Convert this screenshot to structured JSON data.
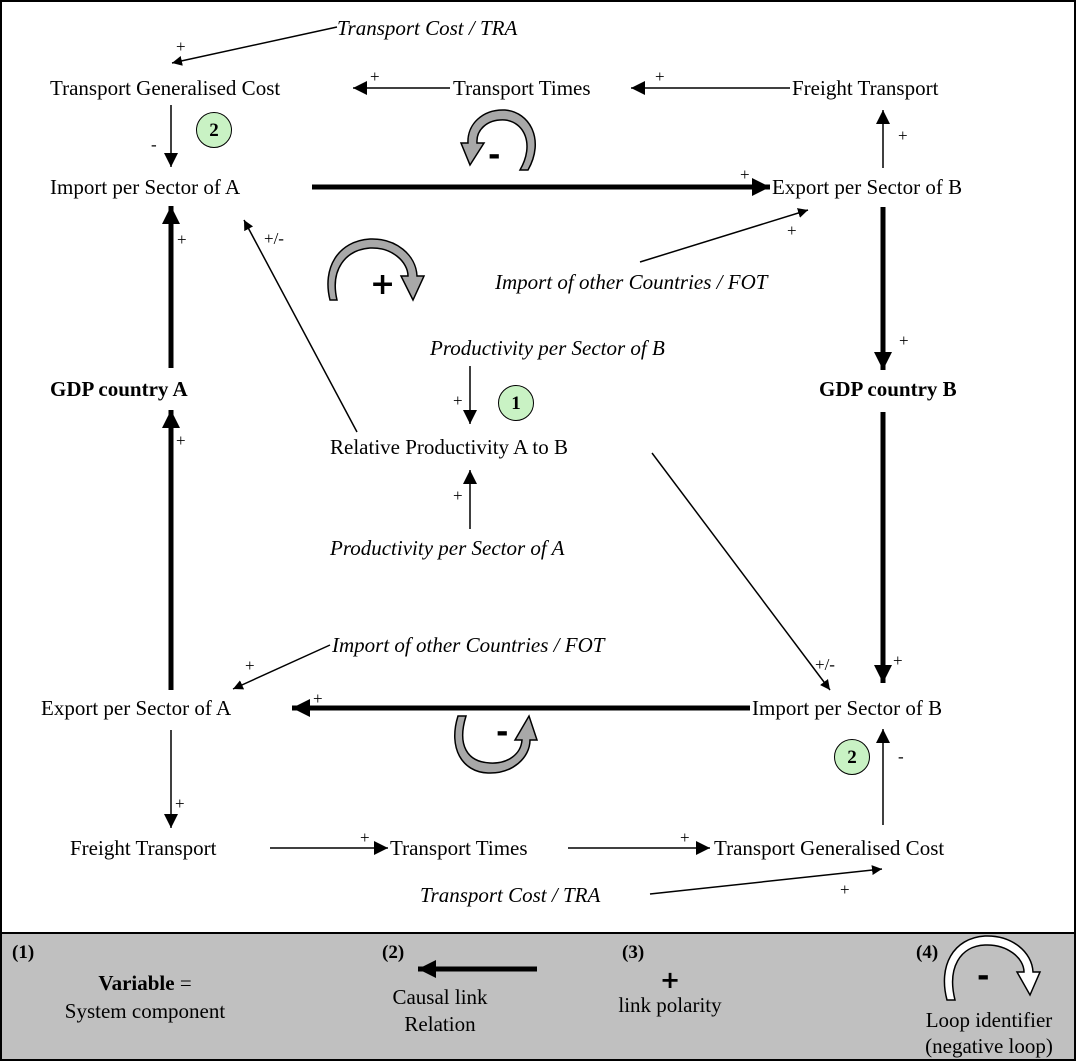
{
  "nodes": {
    "top_cost_tra": "Transport Cost / TRA",
    "top_tgc": "Transport Generalised Cost",
    "top_tt": "Transport Times",
    "top_ft": "Freight Transport",
    "import_a": "Import per Sector of A",
    "export_b": "Export per Sector of B",
    "import_other_top": "Import of other Countries / FOT",
    "gdp_a": "GDP country A",
    "gdp_b": "GDP country B",
    "prod_b": "Productivity per Sector of B",
    "rel_prod": "Relative Productivity A to B",
    "prod_a": "Productivity per Sector of A",
    "import_other_bottom": "Import of other Countries / FOT",
    "export_a": "Export per Sector of A",
    "import_b": "Import per Sector of B",
    "bot_ft": "Freight Transport",
    "bot_tt": "Transport Times",
    "bot_tgc": "Transport Generalised Cost",
    "bot_cost_tra": "Transport Cost / TRA"
  },
  "signs": {
    "cost_to_tgc_top": "+",
    "tt_to_tgc_top": "+",
    "ft_to_tt_top": "+",
    "tgc_to_import_a": "-",
    "export_b_to_ft": "+",
    "import_a_to_export_b": "+",
    "other_to_export_b": "+",
    "gdp_a_to_import_a": "+",
    "rel_to_import_a": "+/-",
    "prod_b_to_rel": "+",
    "prod_a_to_rel": "+",
    "export_b_to_gdp_b": "+",
    "export_a_to_gdp_a": "+",
    "gdp_b_to_import_b": "+",
    "rel_to_import_b": "+/-",
    "other_to_export_a": "+",
    "import_b_to_export_a": "+",
    "export_a_to_ft": "+",
    "ft_to_tt_bottom": "+",
    "tt_to_tgc_bottom": "+",
    "cost_to_tgc_bottom": "+",
    "tgc_to_import_b": "-"
  },
  "badges": {
    "top": "2",
    "center": "1",
    "bottom": "2"
  },
  "loops": {
    "top": "-",
    "middle": "+",
    "bottom": "-"
  },
  "legend": {
    "item1_num": "(1)",
    "item1_bold": "Variable",
    "item1_eq": " =",
    "item1_line2": "System component",
    "item2_num": "(2)",
    "item2_line1": "Causal link",
    "item2_line2": "Relation",
    "item3_num": "(3)",
    "item3_sign": "+",
    "item3_text": "link polarity",
    "item4_num": "(4)",
    "item4_sign": "-",
    "item4_line1": "Loop identifier",
    "item4_line2": "(negative loop)"
  },
  "colors": {
    "badge_fill": "#c9f2c4",
    "legend_bg": "#c0c0c0",
    "loop_arrow_fill": "#a8a8a8"
  }
}
